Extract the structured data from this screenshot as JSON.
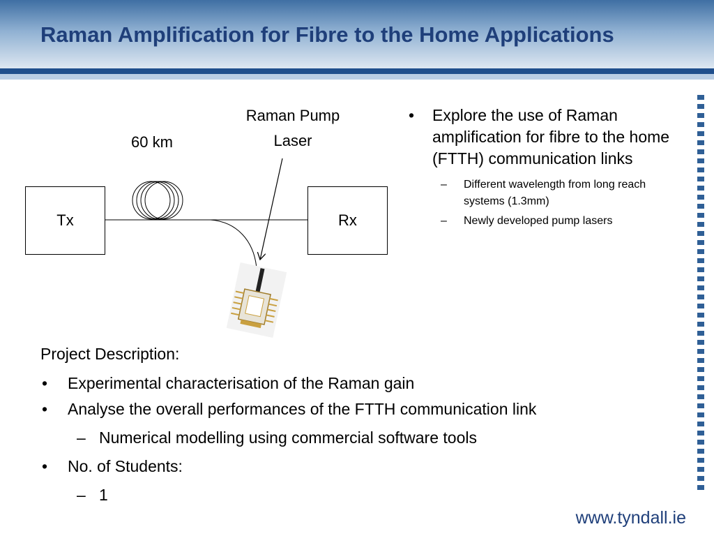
{
  "slide": {
    "title": "Raman Amplification for Fibre to the Home Applications",
    "footer_url": "www.tyndall.ie"
  },
  "diagram": {
    "tx_label": "Tx",
    "rx_label": "Rx",
    "distance_label": "60 km",
    "pump_label_line1": "Raman Pump",
    "pump_label_line2": "Laser"
  },
  "right_bullets": {
    "main": "Explore the use of Raman amplification for fibre to the home (FTTH) communication links",
    "sub1": "Different wavelength from long reach systems (1.3mm)",
    "sub2": "Newly developed pump lasers"
  },
  "project": {
    "heading": "Project Description:",
    "bullet1": "Experimental characterisation of the Raman gain",
    "bullet2": "Analyse the overall performances of the FTTH communication link",
    "sub_bullet2": "Numerical modelling using commercial software tools",
    "bullet3": "No. of Students:",
    "sub_bullet3": "1",
    "bullet_symbol": "•",
    "dash_symbol": "–"
  }
}
